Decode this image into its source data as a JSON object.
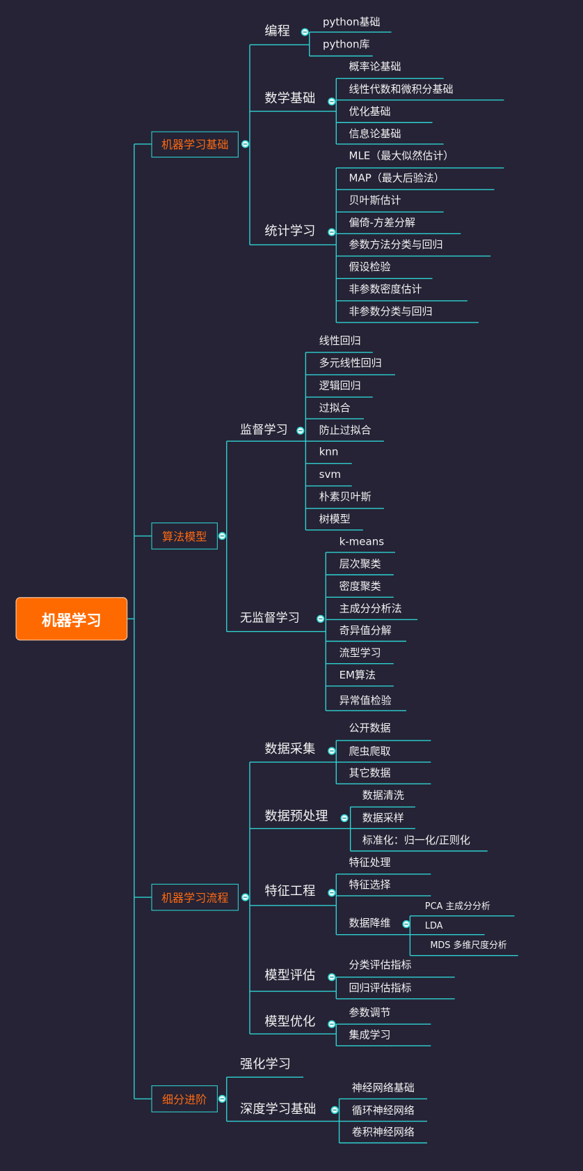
{
  "root": {
    "label": "机器学习"
  },
  "colors": {
    "background": "#252335",
    "line": "#2fd3d3",
    "accent": "#ff6a13",
    "root_fill": "#ff6a00",
    "text": "#f2f2f2"
  },
  "branches": [
    {
      "label": "机器学习基础",
      "children": [
        {
          "label": "编程",
          "children": [
            {
              "label": "python基础"
            },
            {
              "label": "python库"
            }
          ]
        },
        {
          "label": "数学基础",
          "children": [
            {
              "label": "概率论基础"
            },
            {
              "label": "线性代数和微积分基础"
            },
            {
              "label": "优化基础"
            },
            {
              "label": "信息论基础"
            }
          ]
        },
        {
          "label": "统计学习",
          "children": [
            {
              "label": "MLE（最大似然估计）"
            },
            {
              "label": "MAP（最大后验法）"
            },
            {
              "label": "贝叶斯估计"
            },
            {
              "label": "偏倚-方差分解"
            },
            {
              "label": "参数方法分类与回归"
            },
            {
              "label": "假设检验"
            },
            {
              "label": "非参数密度估计"
            },
            {
              "label": "非参数分类与回归"
            }
          ]
        }
      ]
    },
    {
      "label": "算法模型",
      "children": [
        {
          "label": "监督学习",
          "children": [
            {
              "label": "线性回归"
            },
            {
              "label": "多元线性回归"
            },
            {
              "label": "逻辑回归"
            },
            {
              "label": "过拟合"
            },
            {
              "label": "防止过拟合"
            },
            {
              "label": "knn"
            },
            {
              "label": "svm"
            },
            {
              "label": "朴素贝叶斯"
            },
            {
              "label": "树模型"
            }
          ]
        },
        {
          "label": "无监督学习",
          "children": [
            {
              "label": "k-means"
            },
            {
              "label": "层次聚类"
            },
            {
              "label": "密度聚类"
            },
            {
              "label": "主成分分析法"
            },
            {
              "label": "奇异值分解"
            },
            {
              "label": "流型学习"
            },
            {
              "label": "EM算法"
            },
            {
              "label": "异常值检验"
            }
          ]
        }
      ]
    },
    {
      "label": "机器学习流程",
      "children": [
        {
          "label": "数据采集",
          "children": [
            {
              "label": "公开数据"
            },
            {
              "label": "爬虫爬取"
            },
            {
              "label": "其它数据"
            }
          ]
        },
        {
          "label": "数据预处理",
          "children": [
            {
              "label": "数据清洗"
            },
            {
              "label": "数据采样"
            },
            {
              "label": "标准化：归一化/正则化"
            }
          ]
        },
        {
          "label": "特征工程",
          "children": [
            {
              "label": "特征处理"
            },
            {
              "label": "特征选择"
            },
            {
              "label": "数据降维",
              "children": [
                {
                  "label": "PCA 主成分分析"
                },
                {
                  "label": "LDA"
                },
                {
                  "label": "MDS 多维尺度分析"
                }
              ]
            }
          ]
        },
        {
          "label": "模型评估",
          "children": [
            {
              "label": "分类评估指标"
            },
            {
              "label": "回归评估指标"
            }
          ]
        },
        {
          "label": "模型优化",
          "children": [
            {
              "label": "参数调节"
            },
            {
              "label": "集成学习"
            }
          ]
        }
      ]
    },
    {
      "label": "细分进阶",
      "children": [
        {
          "label": "强化学习"
        },
        {
          "label": "深度学习基础",
          "children": [
            {
              "label": "神经网络基础"
            },
            {
              "label": "循环神经网络"
            },
            {
              "label": "卷积神经网络"
            }
          ]
        }
      ]
    }
  ]
}
